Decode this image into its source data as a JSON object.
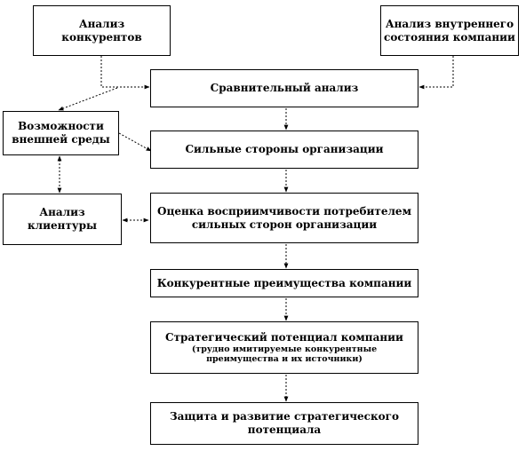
{
  "diagram": {
    "nodes": {
      "competitor_analysis": {
        "lines": [
          "Анализ",
          "конкурентов"
        ]
      },
      "internal_analysis": {
        "lines": [
          "Анализ внутреннего",
          "состояния компании"
        ]
      },
      "comparative": {
        "lines": [
          "Сравнительный анализ"
        ]
      },
      "opportunities": {
        "lines": [
          "Возможности",
          "внешней среды"
        ]
      },
      "strengths": {
        "lines": [
          "Сильные стороны организации"
        ]
      },
      "clientele": {
        "lines": [
          "Анализ",
          "клиентуры"
        ]
      },
      "perception": {
        "lines": [
          "Оценка восприимчивости потребителем",
          "сильных сторон организации"
        ]
      },
      "advantages": {
        "lines": [
          "Конкурентные преимущества компании"
        ]
      },
      "potential": {
        "lines": [
          "Стратегический потенциал компании"
        ],
        "sub": [
          "(трудно имитируемые конкурентные",
          "преимущества и их источники)"
        ]
      },
      "protection": {
        "lines": [
          "Защита и развитие стратегического",
          "потенциала"
        ]
      }
    }
  }
}
